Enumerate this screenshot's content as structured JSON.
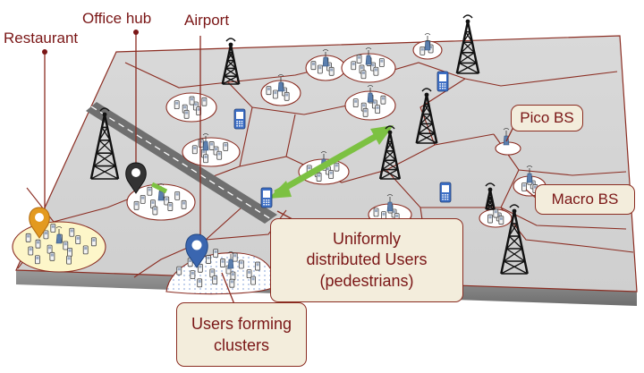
{
  "labels": {
    "restaurant": "Restaurant",
    "office_hub": "Office hub",
    "airport": "Airport",
    "pico_bs": "Pico BS",
    "macro_bs": "Macro BS",
    "uniform_users": [
      "Uniformly",
      "distributed Users",
      "(pedestrians)"
    ],
    "cluster_users": [
      "Users forming",
      "clusters"
    ]
  },
  "icons": {
    "macro_tower": "macro-tower-icon",
    "pico_station": "pico-station-icon",
    "phone": "mobile-phone-icon",
    "map_pin": "map-pin-icon"
  },
  "colors": {
    "text": "#7a1616",
    "callout_fill": "#f3eddc",
    "callout_border": "#8b2d22",
    "ground": "#dcdcdc",
    "cell_border": "#8b2d22",
    "pin_orange": "#e39a1f",
    "pin_dark": "#333333",
    "pin_blue": "#3a66b0",
    "link_green": "#7cc142",
    "phone_blue": "#3d6fc5"
  }
}
